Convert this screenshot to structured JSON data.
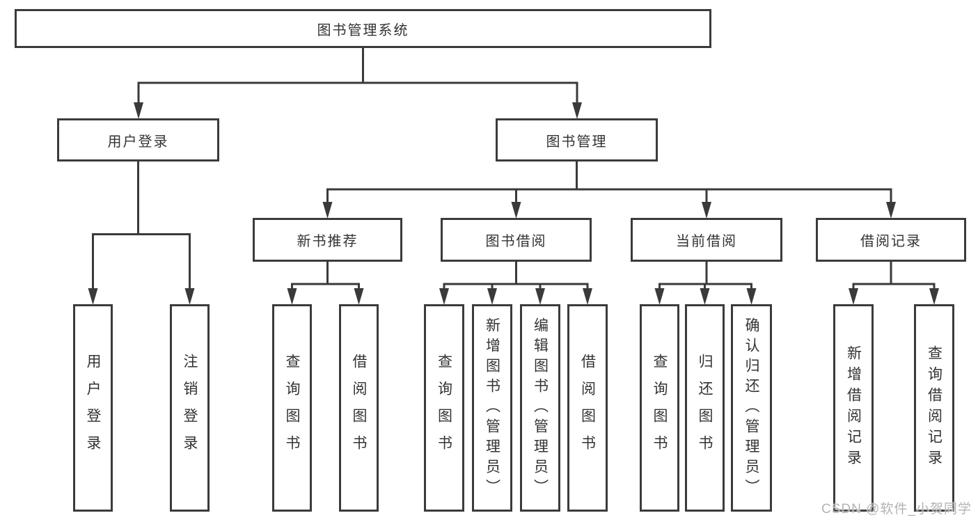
{
  "diagram": {
    "root": {
      "label": "图书管理系统"
    },
    "branches": {
      "user_login": {
        "label": "用户登录",
        "children": {
          "login": "用户登录",
          "logout": "注销登录"
        }
      },
      "book_mgmt": {
        "label": "图书管理",
        "sections": {
          "new_book": {
            "label": "新书推荐",
            "children": {
              "query": "查询图书",
              "borrow": "借阅图书"
            }
          },
          "borrowing": {
            "label": "图书借阅",
            "children": {
              "query": "查询图书",
              "add": "新增图书（管理员）",
              "edit": "编辑图书（管理员）",
              "borrow": "借阅图书"
            }
          },
          "current": {
            "label": "当前借阅",
            "children": {
              "query": "查询图书",
              "return": "归还图书",
              "confirm": "确认归还（管理员）"
            }
          },
          "records": {
            "label": "借阅记录",
            "children": {
              "add": "新增借阅记录",
              "query": "查询借阅记录"
            }
          }
        }
      }
    }
  },
  "watermark": {
    "text": "CSDN @软件_小贺同学"
  },
  "colors": {
    "line": "#3a3a3a",
    "border": "#3b3b3b",
    "text": "#333333",
    "watermark_text": "#b3b3b3",
    "background": "#ffffff"
  }
}
